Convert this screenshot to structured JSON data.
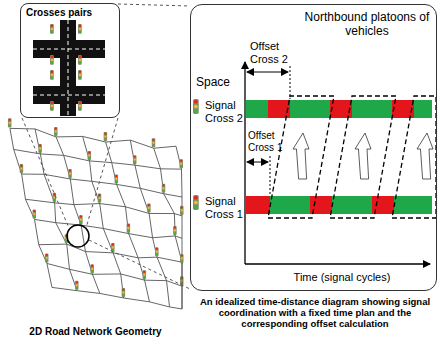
{
  "diagram": {
    "caption": "An idealized time-distance diagram showing signal coordination with a fixed time plan and the corresponding offset calculation",
    "nodes": [
      {
        "text": [
          "Crosses pairs"
        ]
      },
      {
        "text": [
          "Northbound platoons of vehicles"
        ]
      }
    ],
    "labels": [
      "Space",
      "Offset Cross 2",
      "Signal Cross 2",
      "Offset Cross 1",
      "Signal Cross 1",
      "Time (signal cycles)",
      "2D Road Network Geometry"
    ]
  }
}
